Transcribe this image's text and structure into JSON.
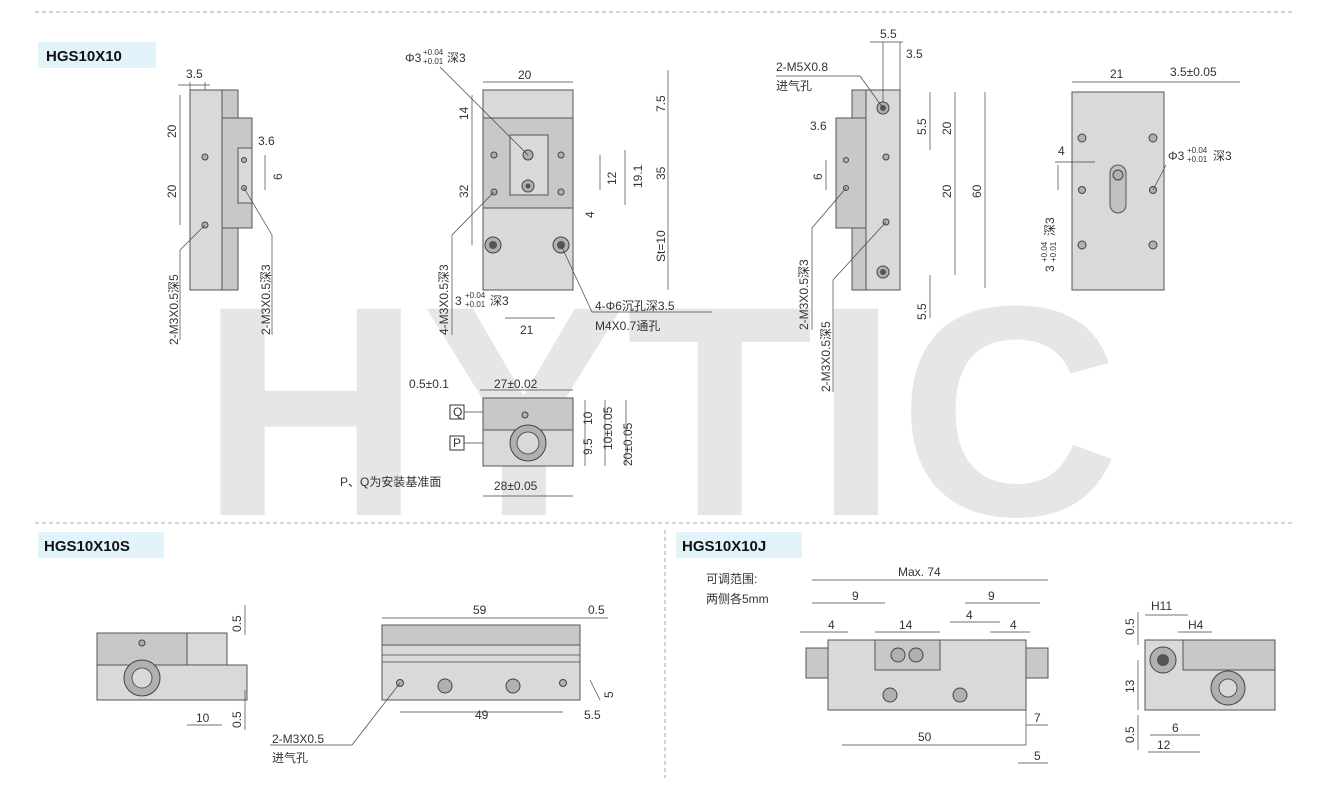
{
  "watermark": "HYTIC",
  "titles": {
    "main": "HGS10X10",
    "s_variant": "HGS10X10S",
    "j_variant": "HGS10X10J"
  },
  "view1": {
    "d_top": "3.5",
    "d_20a": "20",
    "d_20b": "20",
    "d_36": "3.6",
    "d_6": "6",
    "note_a": "2-M3X0.5深5",
    "note_b": "2-M3X0.5深3"
  },
  "view2": {
    "hole_top": "Φ3",
    "hole_top_tol_up": "+0.04",
    "hole_top_tol_lo": "+0.01",
    "hole_top_depth": "深3",
    "d_20": "20",
    "d_75": "7.5",
    "d_14": "14",
    "d_32": "32",
    "d_12": "12",
    "d_191": "19.1",
    "d_35": "35",
    "d_4": "4",
    "d_st": "St=10",
    "note_tap": "4-M3X0.5深3",
    "hole_bot": "3",
    "hole_bot_tol_up": "+0.04",
    "hole_bot_tol_lo": "+0.01",
    "hole_bot_depth": "深3",
    "d_21": "21",
    "note_cb": "4-Φ6沉孔深3.5",
    "note_thru": "M4X0.7通孔"
  },
  "view3": {
    "d_05": "0.5±0.1",
    "d_27": "27±0.02",
    "ref_q": "Q",
    "ref_p": "P",
    "d_10": "10",
    "d_95": "9.5",
    "d_1005": "10±0.05",
    "d_2005": "20±0.05",
    "d_28": "28±0.05",
    "note_ref": "P、Q为安装基准面"
  },
  "view4": {
    "d_55a": "5.5",
    "d_35": "3.5",
    "port": "2-M5X0.8",
    "port_cn": "进气孔",
    "d_36": "3.6",
    "d_55b": "5.5",
    "d_20a": "20",
    "d_6": "6",
    "d_20b": "20",
    "d_60": "60",
    "d_55c": "5.5",
    "note_a": "2-M3X0.5深3",
    "note_b": "2-M3X0.5深5"
  },
  "view5": {
    "d_21": "21",
    "d_35": "3.5±0.05",
    "d_4": "4",
    "hole": "Φ3",
    "hole_tol_up": "+0.04",
    "hole_tol_lo": "+0.01",
    "hole_depth": "深3",
    "side_hole": "3",
    "side_tol_up": "+0.04",
    "side_tol_lo": "+0.01",
    "side_depth": "深3"
  },
  "s_view": {
    "d_05a": "0.5",
    "d_05b": "0.5",
    "d_10": "10",
    "d_59": "59",
    "d_05c": "0.5",
    "d_5": "5",
    "d_49": "49",
    "d_55": "5.5",
    "port": "2-M3X0.5",
    "port_cn": "进气孔"
  },
  "j_view": {
    "adjust_1": "可调范围:",
    "adjust_2": "两侧各5mm",
    "d_max": "Max. 74",
    "d_9a": "9",
    "d_9b": "9",
    "d_4a": "4",
    "d_14": "14",
    "d_4b": "4",
    "d_4c": "4",
    "d_7": "7",
    "d_50": "50",
    "d_5": "5",
    "d_h11": "H11",
    "d_h4": "H4",
    "d_05a": "0.5",
    "d_13": "13",
    "d_05b": "0.5",
    "d_6": "6",
    "d_12": "12"
  }
}
